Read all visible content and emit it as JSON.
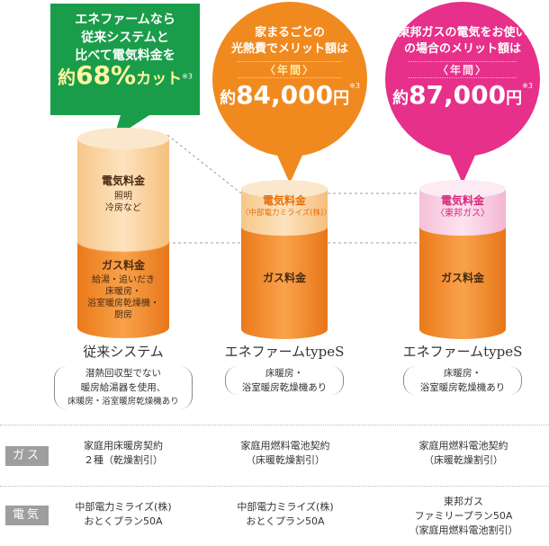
{
  "green_callout": {
    "line1": "エネファームなら",
    "line2": "従来システムと",
    "line3": "比べて電気料金を",
    "prefix": "約",
    "percent": "68%",
    "suffix": "カット",
    "note": "※3"
  },
  "bubble_orange": {
    "line1": "家まるごとの",
    "line2": "光熱費でメリット額は",
    "period": "〈年間〉",
    "prefix": "約",
    "amount": "84,000",
    "unit": "円",
    "note": "※3"
  },
  "bubble_pink": {
    "line1": "東邦ガスの電気をお使い",
    "line2": "の場合のメリット額は",
    "period": "〈年間〉",
    "prefix": "約",
    "amount": "87,000",
    "unit": "円",
    "note": "※3"
  },
  "cylinders": {
    "conventional": {
      "electric_label": "電気料金",
      "electric_sub1": "照明",
      "electric_sub2": "冷房など",
      "gas_label": "ガス料金",
      "gas_sub1": "給湯・追いだき",
      "gas_sub2": "床暖房・",
      "gas_sub3": "浴室暖房乾燥機・",
      "gas_sub4": "厨房"
    },
    "enefarm_a": {
      "electric_label": "電気料金",
      "electric_sub": "〈中部電力ミライズ(株)〉",
      "gas_label": "ガス料金"
    },
    "enefarm_b": {
      "electric_label": "電気料金",
      "electric_sub": "〈東邦ガス〉",
      "gas_label": "ガス料金"
    }
  },
  "systems": [
    {
      "title": "従来システム",
      "desc1": "潜熱回収型でない",
      "desc2": "暖房給湯器を使用、",
      "desc3": "床暖房・浴室暖房乾燥機あり"
    },
    {
      "title": "エネファームtypeS",
      "desc1": "床暖房・",
      "desc2": "浴室暖房乾燥機あり"
    },
    {
      "title": "エネファームtypeS",
      "desc1": "床暖房・",
      "desc2": "浴室暖房乾燥機あり"
    }
  ],
  "rows": {
    "gas": {
      "label": "ガス",
      "cells": [
        {
          "l1": "家庭用床暖房契約",
          "l2": "２種（乾燥割引）"
        },
        {
          "l1": "家庭用燃料電池契約",
          "l2": "（床暖乾燥割引）"
        },
        {
          "l1": "家庭用燃料電池契約",
          "l2": "（床暖乾燥割引）"
        }
      ]
    },
    "electric": {
      "label": "電気",
      "cells": [
        {
          "l1": "中部電力ミライズ(株)",
          "l2": "おとくプラン50A",
          "l3": ""
        },
        {
          "l1": "中部電力ミライズ(株)",
          "l2": "おとくプラン50A",
          "l3": ""
        },
        {
          "l1": "東邦ガス",
          "l2": "ファミリープラン50A",
          "l3": "（家庭用燃料電池割引）"
        }
      ]
    }
  },
  "colors": {
    "green": "#1a9d4a",
    "orange_bubble": "#f08a1f",
    "pink_bubble": "#e6308a",
    "cyl_light": "#fbd9a8",
    "cyl_orange": "#f28c28",
    "yellow_text": "#fff6a0"
  }
}
